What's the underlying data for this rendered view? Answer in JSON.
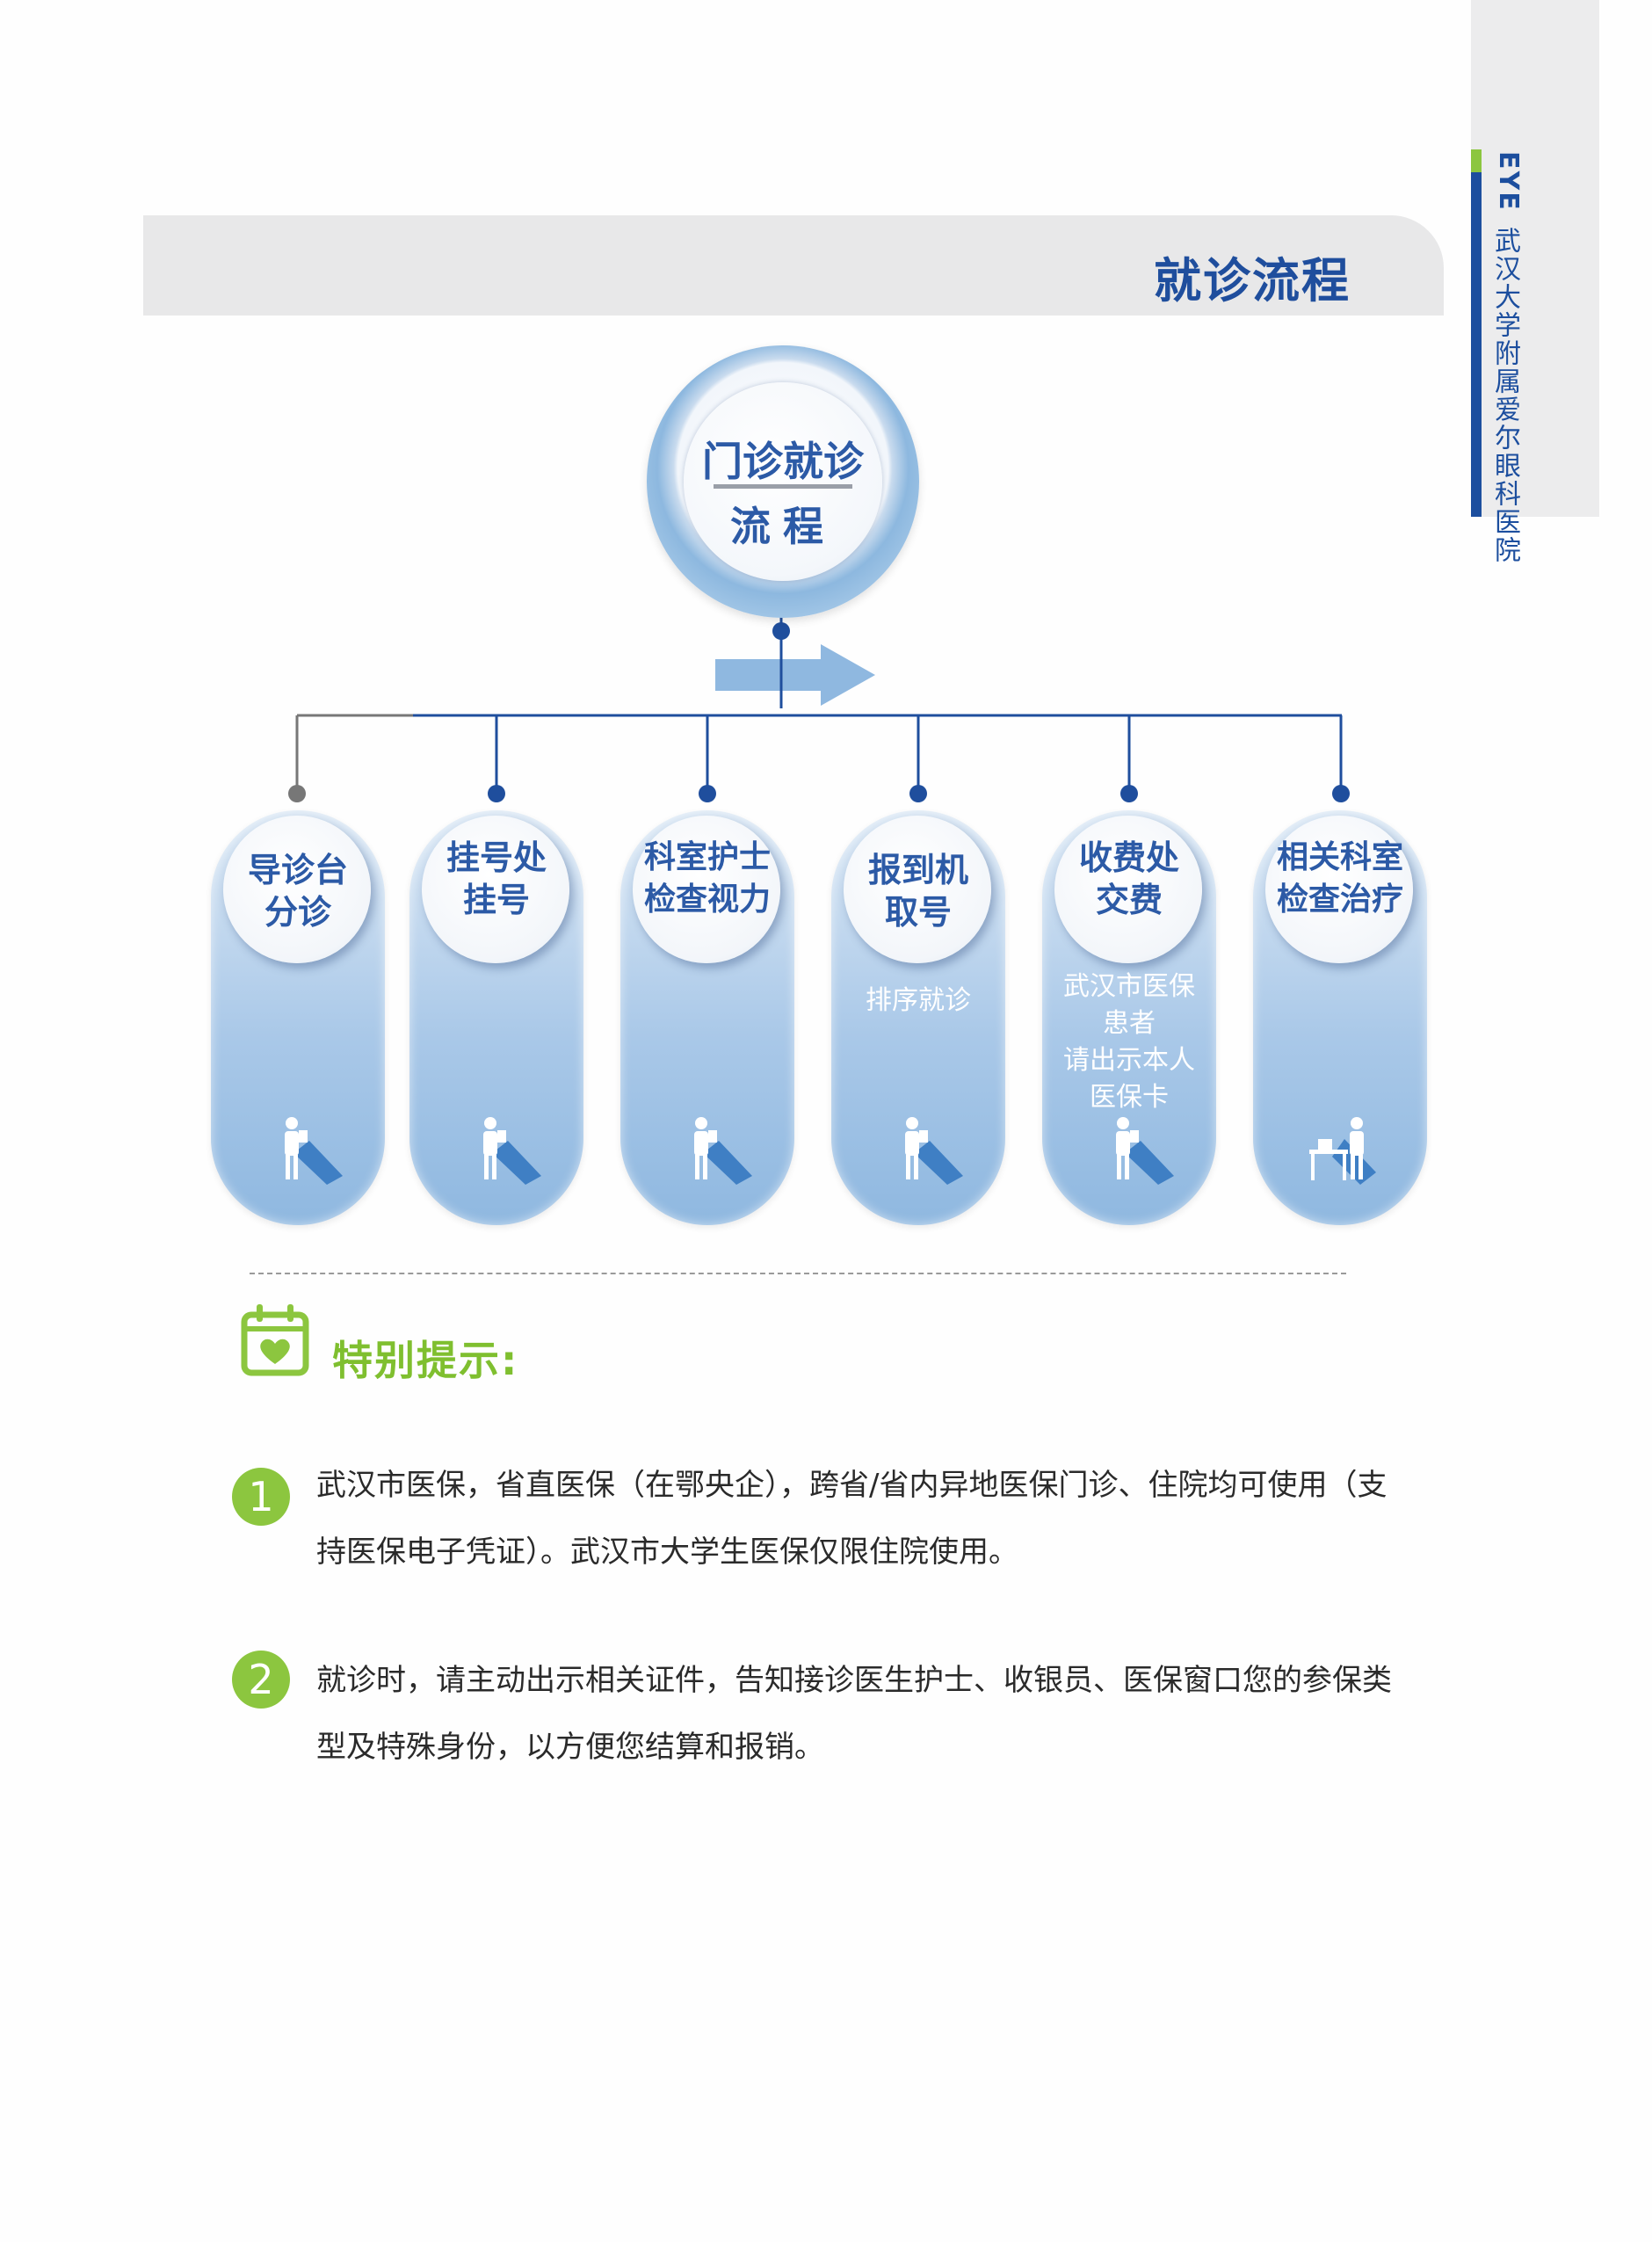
{
  "sidebar": {
    "logo": "EYE",
    "hospital_name": "武汉大学附属爱尔眼科医院"
  },
  "header": {
    "title": "就诊流程"
  },
  "flow": {
    "center_title_line1": "门诊就诊",
    "center_title_line2": "流程",
    "steps": [
      {
        "title": "导诊台\n分诊",
        "note": ""
      },
      {
        "title": "挂号处\n挂号",
        "note": ""
      },
      {
        "title": "科室护士\n检查视力",
        "note": ""
      },
      {
        "title": "报到机\n取号",
        "note": "排序就诊"
      },
      {
        "title": "收费处\n交费",
        "note": "武汉市医保\n患者\n请出示本人\n医保卡"
      },
      {
        "title": "相关科室\n检查治疗",
        "note": ""
      }
    ]
  },
  "notice": {
    "title": "特别提示:",
    "items": [
      {
        "number": "1",
        "text": "武汉市医保，省直医保（在鄂央企），跨省/省内异地医保门诊、住院均可使用（支持医保电子凭证）。武汉市大学生医保仅限住院使用。"
      },
      {
        "number": "2",
        "text": "就诊时，请主动出示相关证件，告知接诊医生护士、收银员、医保窗口您的参保类型及特殊身份，以方便您结算和报销。"
      }
    ]
  },
  "colors": {
    "brand_blue": "#1f4e9d",
    "accent_green": "#8cc63f",
    "step_blue": "#a9c8e8"
  }
}
